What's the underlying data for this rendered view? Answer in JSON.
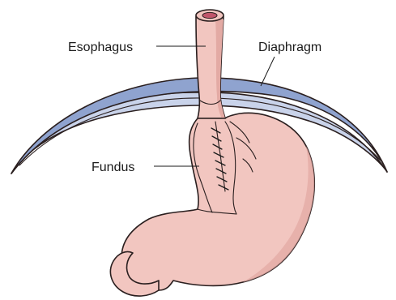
{
  "labels": {
    "esophagus": "Esophagus",
    "diaphragm": "Diaphragm",
    "fundus": "Fundus"
  },
  "colors": {
    "diaphragm_fill": "#8fa3cf",
    "diaphragm_underside": "#c9d3ea",
    "tissue_fill": "#f2c6c0",
    "tissue_shadow": "#e3aaa4",
    "lumen": "#c0556a",
    "outline": "#2a1f1f"
  }
}
